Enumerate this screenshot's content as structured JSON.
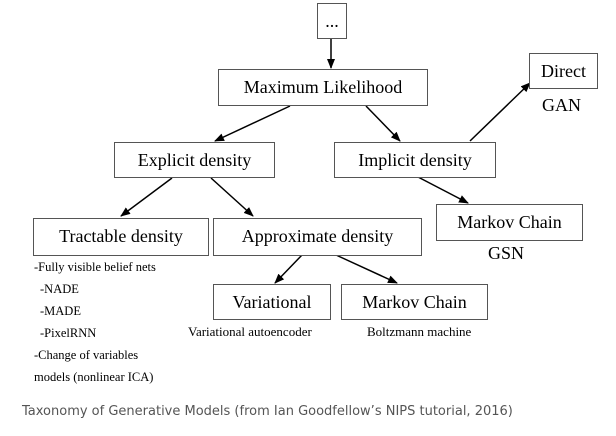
{
  "diagram": {
    "nodes": {
      "top": "...",
      "max_likelihood": "Maximum Likelihood",
      "explicit": "Explicit density",
      "implicit": "Implicit density",
      "direct": "Direct",
      "tractable": "Tractable density",
      "approximate": "Approximate density",
      "markov_chain_implicit": "Markov Chain",
      "variational": "Variational",
      "markov_chain_approx": "Markov Chain"
    },
    "labels": {
      "gan": "GAN",
      "gsn": "GSN",
      "variational_autoencoder": "Variational autoencoder",
      "boltzmann_machine": "Boltzmann machine"
    },
    "tractable_examples": [
      "-Fully visible belief nets",
      "-NADE",
      "-MADE",
      "-PixelRNN",
      "-Change of variables",
      "models (nonlinear ICA)"
    ]
  },
  "caption": "Taxonomy of Generative Models (from Ian Goodfellow’s NIPS tutorial, 2016)",
  "colors": {
    "border": "#555555",
    "arrow": "#000000",
    "caption": "#555555"
  }
}
